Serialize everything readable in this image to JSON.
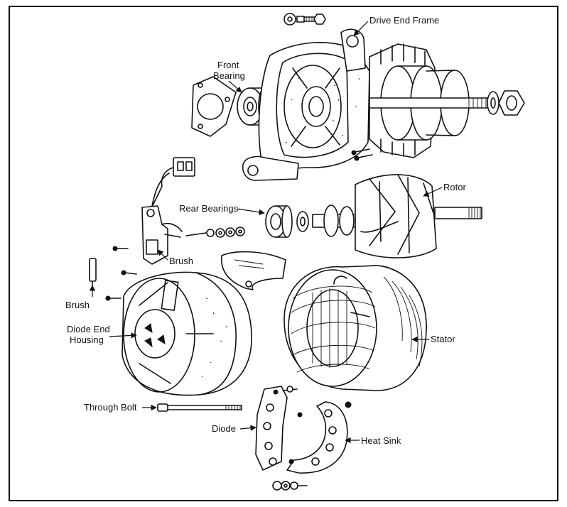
{
  "labels": {
    "drive_end_frame": "Drive End Frame",
    "front_bearing_line1": "Front",
    "front_bearing_line2": "Bearing",
    "rotor": "Rotor",
    "rear_bearings": "Rear Bearings",
    "brush_holder": "Brush",
    "brush": "Brush",
    "diode_end_housing_line1": "Diode End",
    "diode_end_housing_line2": "Housing",
    "stator": "Stator",
    "through_bolt": "Through Bolt",
    "diode": "Diode",
    "heat_sink": "Heat Sink"
  }
}
